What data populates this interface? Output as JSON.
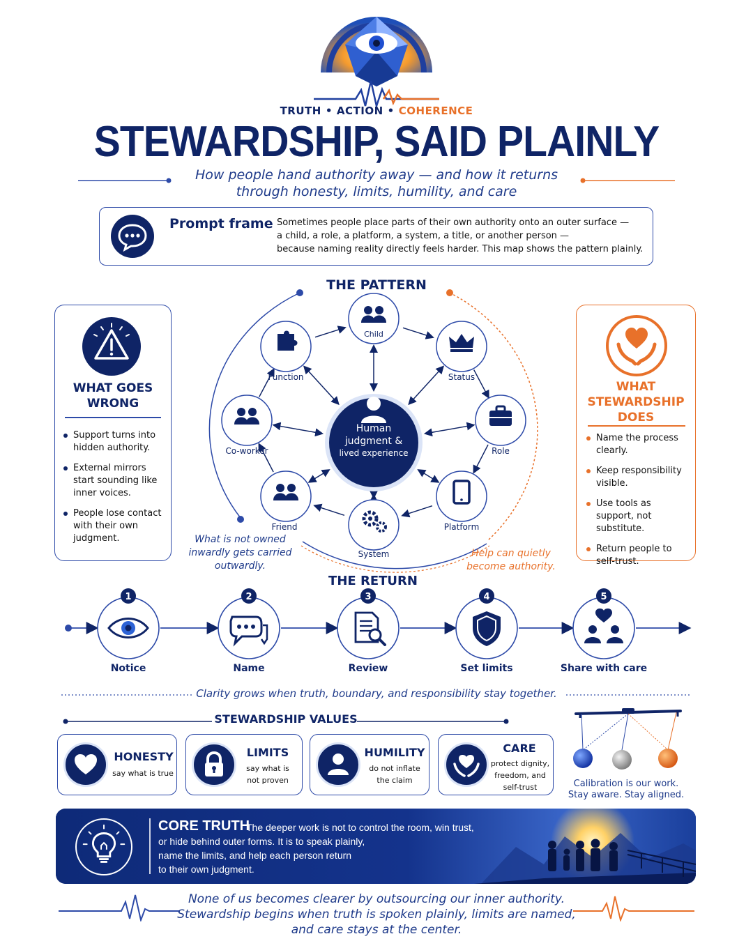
{
  "header": {
    "tagline": [
      "TRUTH",
      "ACTION",
      "COHERENCE"
    ],
    "title": "STEWARDSHIP, SAID PLAINLY",
    "subtitle_1": "How people hand authority away — and how it returns",
    "subtitle_2": "through honesty, limits, humility, and care"
  },
  "prompt": {
    "title": "Prompt frame",
    "lines": [
      "Sometimes people place parts of their own authority onto an outer surface —",
      "a child, a role, a platform, a system, a title, or another person —",
      "because naming reality directly feels harder. This map shows the pattern plainly."
    ]
  },
  "pattern": {
    "title": "THE PATTERN",
    "center": [
      "Human",
      "judgment &",
      "lived experience"
    ],
    "nodes": [
      "Child",
      "Status",
      "Role",
      "Platform",
      "System",
      "Friend",
      "Co-worker",
      "Function"
    ],
    "left_caption": [
      "What is not owned",
      "inwardly gets carried",
      "outwardly."
    ],
    "right_caption": [
      "Help can quietly",
      "become authority."
    ]
  },
  "wrong": {
    "title": [
      "WHAT GOES",
      "WRONG"
    ],
    "items": [
      "Support turns into hidden authority.",
      "External mirrors start sounding like inner voices.",
      "People lose contact with their own judgment."
    ]
  },
  "stewardship": {
    "title": [
      "WHAT",
      "STEWARDSHIP",
      "DOES"
    ],
    "items": [
      "Name the process clearly.",
      "Keep responsibility visible.",
      "Use tools as support, not substitute.",
      "Return people to self-trust."
    ]
  },
  "return": {
    "title": "THE RETURN",
    "steps": [
      {
        "num": "1",
        "label": "Notice"
      },
      {
        "num": "2",
        "label": "Name"
      },
      {
        "num": "3",
        "label": "Review"
      },
      {
        "num": "4",
        "label": "Set limits"
      },
      {
        "num": "5",
        "label": "Share with care"
      }
    ],
    "clarity": "Clarity grows when truth, boundary, and responsibility stay together."
  },
  "values": {
    "title": "STEWARDSHIP VALUES",
    "cards": [
      {
        "name": "HONESTY",
        "desc": [
          "say what is true"
        ]
      },
      {
        "name": "LIMITS",
        "desc": [
          "say what is",
          "not proven"
        ]
      },
      {
        "name": "HUMILITY",
        "desc": [
          "do not inflate",
          "the claim"
        ]
      },
      {
        "name": "CARE",
        "desc": [
          "protect dignity,",
          "freedom, and",
          "self-trust"
        ]
      }
    ],
    "calibration": [
      "Calibration is our work.",
      "Stay aware. Stay aligned."
    ]
  },
  "core": {
    "title": "CORE TRUTH",
    "lines": [
      "The deeper work is not to control the room, win trust,",
      "or hide behind outer forms. It is to speak plainly,",
      "name the limits, and help each person return",
      "to their own judgment."
    ]
  },
  "footer": {
    "lines": [
      "None of us becomes clearer by outsourcing our inner authority.",
      "Stewardship begins when truth is spoken plainly, limits are named,",
      "and care stays at the center."
    ]
  },
  "colors": {
    "navy": "#0f2466",
    "blue": "#2d4aa8",
    "orange": "#e8712a"
  }
}
